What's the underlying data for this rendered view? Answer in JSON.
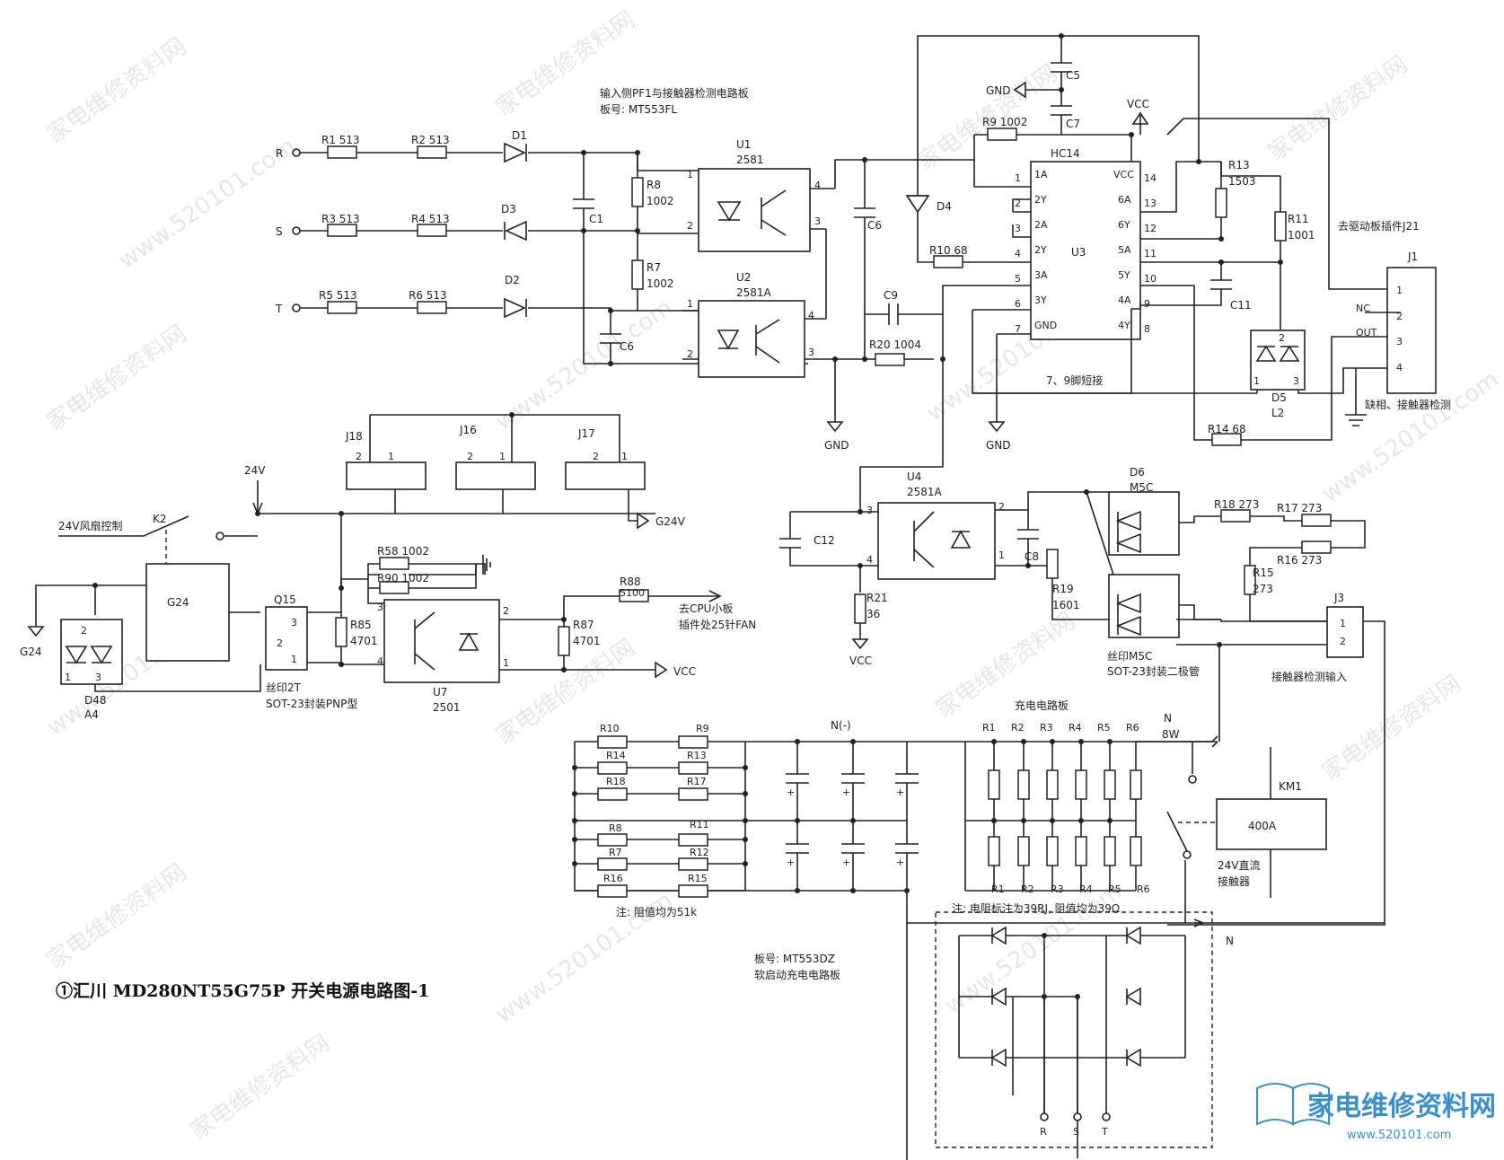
{
  "title": "①汇川 MD280NT55G75P 开关电源电路图-1",
  "board1": {
    "title": "输入侧PF1与接触器检测电路板",
    "board_no": "板号: MT553FL"
  },
  "board2": {
    "title": "充电电路板",
    "board_no": "板号: MT553DZ",
    "subtitle": "软启动充电电路板"
  },
  "inputs": [
    "R",
    "S",
    "T"
  ],
  "resistors": {
    "R1": "R1  513",
    "R2": "R2  513",
    "R3": "R3  513",
    "R4": "R4  513",
    "R5": "R5  513",
    "R6": "R6  513",
    "R7": "R7",
    "R7v": "1002",
    "R8": "R8",
    "R8v": "1002",
    "R9": "R9  1002",
    "R10": "R10  68",
    "R13": "R13",
    "R13v": "1503",
    "R11": "R11",
    "R11v": "1001",
    "R14": "R14  68",
    "R20": "R20  1004",
    "R18": "R18  273",
    "R17": "R17  273",
    "R16": "R16  273",
    "R15": "R15",
    "R15v": "273",
    "R19": "R19",
    "R19v": "1601",
    "R21": "R21",
    "R21v": "36",
    "R58": "R58  1002",
    "R90": "R90  1002",
    "R85": "R85",
    "R85v": "4701",
    "R87": "R87",
    "R87v": "4701",
    "R88": "R88",
    "R88v": "5100"
  },
  "diodes": [
    "D1",
    "D2",
    "D3",
    "D4"
  ],
  "caps": {
    "C1": "C1",
    "C6": "C6",
    "C6b": "C6",
    "C9": "C9",
    "C5": "C5",
    "C7": "C7",
    "C11": "C11",
    "C12": "C12",
    "C8": "C8"
  },
  "u1": {
    "name": "U1",
    "part": "2581"
  },
  "u2": {
    "name": "U2",
    "part": "2581A"
  },
  "u3": {
    "name": "U3",
    "part": "HC14",
    "left_pins": [
      "1A",
      "2Y",
      "2A",
      "2Y",
      "3A",
      "3Y",
      "GND"
    ],
    "left_nums": [
      "1",
      "2",
      "3",
      "4",
      "5",
      "6",
      "7"
    ],
    "right_pins": [
      "VCC",
      "6A",
      "6Y",
      "5A",
      "5Y",
      "4A",
      "4Y"
    ],
    "right_nums": [
      "14",
      "13",
      "12",
      "11",
      "10",
      "9",
      "8"
    ],
    "note": "7、9脚短接"
  },
  "u4": {
    "name": "U4",
    "part": "2581A"
  },
  "u7": {
    "name": "U7",
    "part": "2501"
  },
  "d5": {
    "name": "D5",
    "part": "L2"
  },
  "d6": {
    "name": "D6",
    "part": "M5C"
  },
  "d6_note1": "丝印M5C",
  "d6_note2": "SOT-23封装二极管",
  "d48": {
    "name": "D48",
    "part": "A4"
  },
  "q15": {
    "name": "Q15",
    "note1": "丝印2T",
    "note2": "SOT-23封装PNP型"
  },
  "j1": {
    "name": "J1",
    "title": "去驱动板插件J21",
    "pins": [
      "1",
      "2",
      "3",
      "4"
    ],
    "nc": "NC",
    "out": "OUT",
    "note": "缺相、接触器检测"
  },
  "j3": {
    "name": "J3",
    "pins": [
      "1",
      "2"
    ],
    "note": "接触器检测输入"
  },
  "jumpers": [
    "J18",
    "J16",
    "J17"
  ],
  "labels": {
    "vcc": "VCC",
    "gnd": "GND",
    "g24v": "G24V",
    "g24": "G24",
    "v24": "24V",
    "fan_ctrl": "24V风扇控制",
    "k2": "K2",
    "g24box": "G24",
    "cpu1": "去CPU小板",
    "cpu2": "插件处25针FAN",
    "nminus": "N(-)",
    "n": "N",
    "n8w": "8W",
    "km1": "KM1",
    "a400": "400A",
    "cont1": "24V直流",
    "cont2": "接触器",
    "note51k": "注: 阻值均为51k",
    "note39": "注: 电阻标注为39RJ, 阻值均为39Ω",
    "rst": [
      "R",
      "S",
      "T"
    ]
  },
  "charge_res_top": [
    "R1",
    "R2",
    "R3",
    "R4",
    "R5",
    "R6"
  ],
  "divider_left": [
    "R10",
    "R14",
    "R18",
    "R8",
    "R7",
    "R16"
  ],
  "divider_right": [
    "R9",
    "R13",
    "R17",
    "R11",
    "R12",
    "R15"
  ],
  "watermark": "家电维修资料网",
  "watermark_url": "www.520101.com",
  "logo": "家电维修资料网",
  "logo_url": "www.520101.com"
}
